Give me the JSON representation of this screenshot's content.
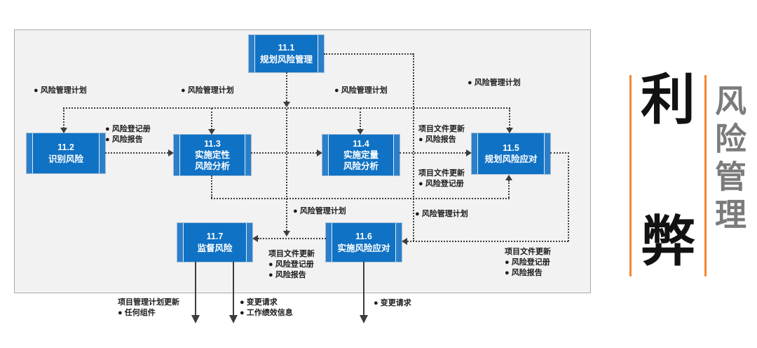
{
  "diagram": {
    "boxes": {
      "b111": {
        "num": "11.1",
        "line1": "规划风险管理",
        "line2": ""
      },
      "b112": {
        "num": "11.2",
        "line1": "识别风险",
        "line2": ""
      },
      "b113": {
        "num": "11.3",
        "line1": "实施定性",
        "line2": "风险分析"
      },
      "b114": {
        "num": "11.4",
        "line1": "实施定量",
        "line2": "风险分析"
      },
      "b115": {
        "num": "11.5",
        "line1": "规划风险应对",
        "line2": ""
      },
      "b116": {
        "num": "11.6",
        "line1": "实施风险应对",
        "line2": ""
      },
      "b117": {
        "num": "11.7",
        "line1": "监督风险",
        "line2": ""
      }
    },
    "labels": {
      "rmp_112": "● 风险管理计划",
      "rmp_113": "● 风险管理计划",
      "rmp_114": "● 风险管理计划",
      "rmp_115": "● 风险管理计划",
      "out_112_l1": "● 风险登记册",
      "out_112_l2": "● 风险报告",
      "upd_114_h": "项目文件更新",
      "upd_114_l1": "● 风险报告",
      "upd_113_h": "项目文件更新",
      "upd_113_l1": "● 风险登记册",
      "rmp_117": "● 风险管理计划",
      "rmp_116": "● 风险管理计划",
      "upd_116_h": "项目文件更新",
      "upd_116_l1": "● 风险登记册",
      "upd_116_l2": "● 风险报告",
      "upd_115_h": "项目文件更新",
      "upd_115_l1": "● 风险登记册",
      "upd_115_l2": "● 风险报告",
      "out_117a_h": "项目管理计划更新",
      "out_117a_l1": "● 任何组件",
      "out_117b_l1": "● 变更请求",
      "out_117b_l2": "● 工作绩效信息",
      "out_116_l1": "● 变更请求"
    },
    "colors": {
      "box_fill": "#0f72c4",
      "box_strip": "#2b7fca",
      "connector": "#3d3d3d",
      "panel_bg": "#f2f2f2",
      "panel_border": "#ababab"
    }
  },
  "sidebar": {
    "pro": "利",
    "con": "弊",
    "title": "风险管理",
    "accent_color": "#f6872e",
    "title_color": "#7b7b7b"
  }
}
